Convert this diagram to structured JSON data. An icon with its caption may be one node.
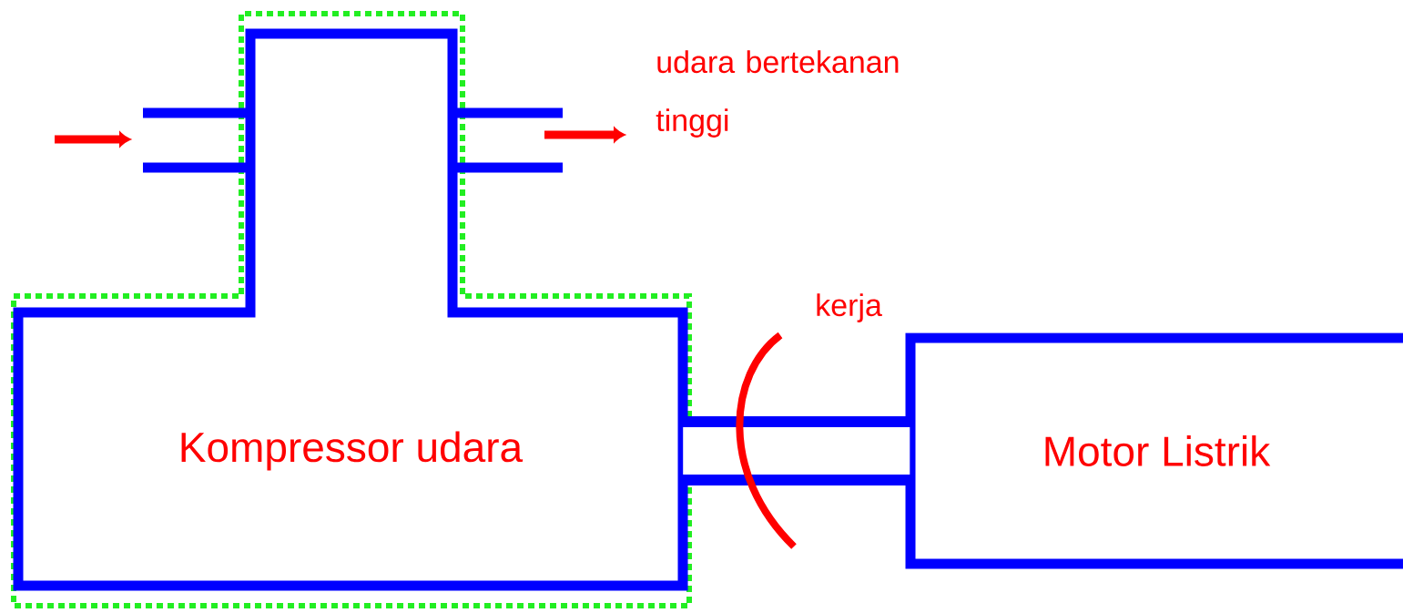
{
  "diagram": {
    "nodes": [
      {
        "text": [
          "Kompressor udara"
        ]
      },
      {
        "text": [
          "Motor Listrik"
        ]
      }
    ],
    "edges": [
      {
        "from": 0,
        "to": 1,
        "arrow": "none"
      }
    ],
    "labels": [
      "udara bertekanan tinggi",
      "kerja"
    ]
  }
}
